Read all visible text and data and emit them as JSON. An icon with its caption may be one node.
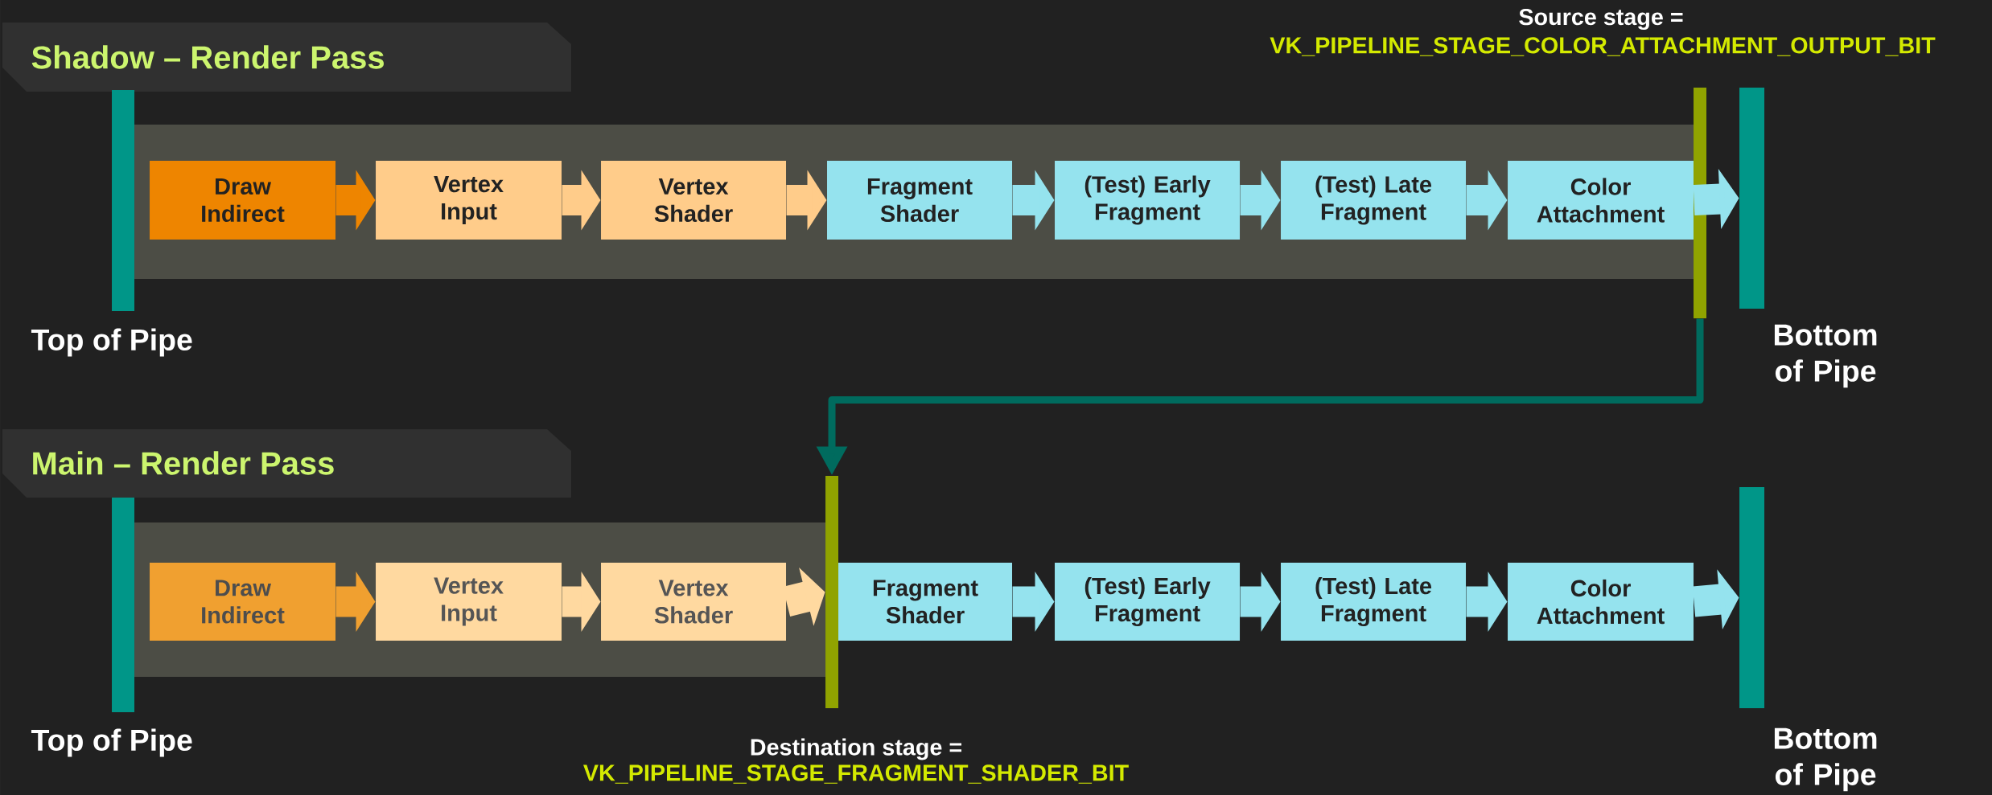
{
  "diagram": {
    "nodes": [
      {
        "text": [
          "Shadow – Render Pass"
        ]
      },
      {
        "text": [],
        "shape": "bar",
        "beside": [
          "Top of Pipe"
        ]
      },
      {
        "text": [
          "Draw Indirect"
        ]
      },
      {
        "text": [
          "Vertex Input"
        ]
      },
      {
        "text": [
          "Vertex Shader"
        ]
      },
      {
        "text": [
          "Fragment Shader"
        ]
      },
      {
        "text": [
          "(Test) Early Fragment"
        ]
      },
      {
        "text": [
          "(Test) Late Fragment"
        ]
      },
      {
        "text": [
          "Color Attachment"
        ]
      },
      {
        "text": [],
        "shape": "bar",
        "beside": [
          "Source stage =",
          "VK_PIPELINE_STAGE_COLOR_ATTACHMENT_OUTPUT_BIT"
        ]
      },
      {
        "text": [],
        "shape": "bar",
        "beside": [
          "Bottom of Pipe"
        ]
      },
      {
        "text": [
          "Main – Render Pass"
        ]
      },
      {
        "text": [],
        "shape": "bar",
        "beside": [
          "Top of Pipe"
        ]
      },
      {
        "text": [
          "Draw Indirect"
        ]
      },
      {
        "text": [
          "Vertex Input"
        ]
      },
      {
        "text": [
          "Vertex Shader"
        ]
      },
      {
        "text": [],
        "shape": "bar",
        "beside": [
          "Destination stage =",
          "VK_PIPELINE_STAGE_FRAGMENT_SHADER_BIT"
        ]
      },
      {
        "text": [
          "Fragment Shader"
        ]
      },
      {
        "text": [
          "(Test) Early Fragment"
        ]
      },
      {
        "text": [
          "(Test) Late Fragment"
        ]
      },
      {
        "text": [
          "Color Attachment"
        ]
      },
      {
        "text": [],
        "shape": "bar",
        "beside": [
          "Bottom of Pipe"
        ]
      }
    ],
    "edges": [
      {
        "from": 2,
        "to": 3,
        "arrow": "to",
        "color": "#ee8500"
      },
      {
        "from": 3,
        "to": 4,
        "arrow": "to",
        "color": "#ffcc8a"
      },
      {
        "from": 4,
        "to": 5,
        "arrow": "to",
        "color": "#ffcc8a"
      },
      {
        "from": 5,
        "to": 6,
        "arrow": "to"
      },
      {
        "from": 6,
        "to": 7,
        "arrow": "to"
      },
      {
        "from": 7,
        "to": 8,
        "arrow": "to"
      },
      {
        "from": 8,
        "to": 10,
        "arrow": "to"
      },
      {
        "from": 9,
        "to": 16,
        "arrow": "to",
        "color": "#006b5e"
      },
      {
        "from": 13,
        "to": 14,
        "arrow": "to",
        "color": "#f0a030"
      },
      {
        "from": 14,
        "to": 15,
        "arrow": "to",
        "color": "#ffd9a0"
      },
      {
        "from": 15,
        "to": 16,
        "arrow": "to",
        "color": "#ffd9a0"
      },
      {
        "from": 17,
        "to": 18,
        "arrow": "to"
      },
      {
        "from": 18,
        "to": 19,
        "arrow": "to"
      },
      {
        "from": 19,
        "to": 20,
        "arrow": "to"
      },
      {
        "from": 20,
        "to": 21,
        "arrow": "to"
      }
    ]
  }
}
